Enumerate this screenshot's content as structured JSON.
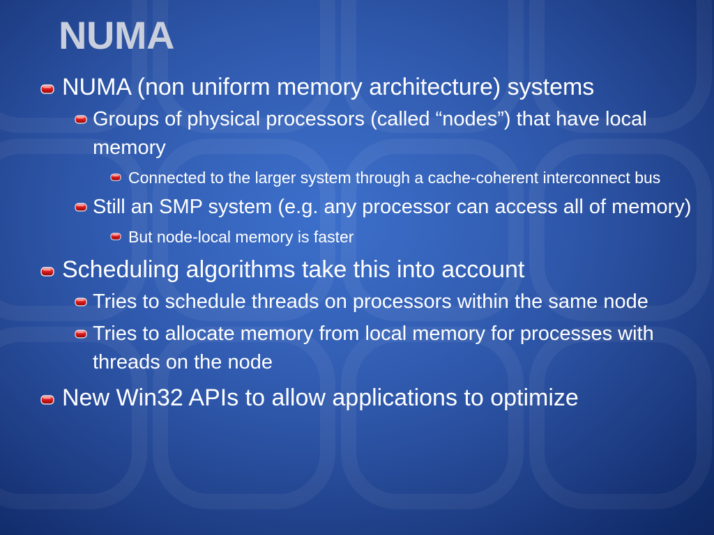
{
  "slide": {
    "title": "NUMA",
    "bullets": [
      {
        "level": 1,
        "text": "NUMA (non uniform memory architecture) systems"
      },
      {
        "level": 2,
        "text": "Groups of physical processors (called “nodes”) that have local memory"
      },
      {
        "level": 3,
        "text": "Connected to the larger system through a cache-coherent interconnect bus"
      },
      {
        "level": 2,
        "text": "Still an SMP system (e.g. any processor can access all of memory)"
      },
      {
        "level": 3,
        "text": "But node-local memory is faster"
      },
      {
        "level": 1,
        "text": "Scheduling algorithms take this into account"
      },
      {
        "level": 2,
        "text": "Tries to schedule threads on processors within the same node"
      },
      {
        "level": 2,
        "text": "Tries to allocate memory from local memory for processes with threads on the node"
      },
      {
        "level": 1,
        "text": "New Win32 APIs to allow applications to optimize"
      }
    ]
  },
  "colors": {
    "background": "#2250ae",
    "title": "#c9cfdc",
    "text": "#ffffff",
    "bullet": "#e21a1a"
  },
  "icons": {
    "bullet": "red-pill-bullet-icon"
  }
}
